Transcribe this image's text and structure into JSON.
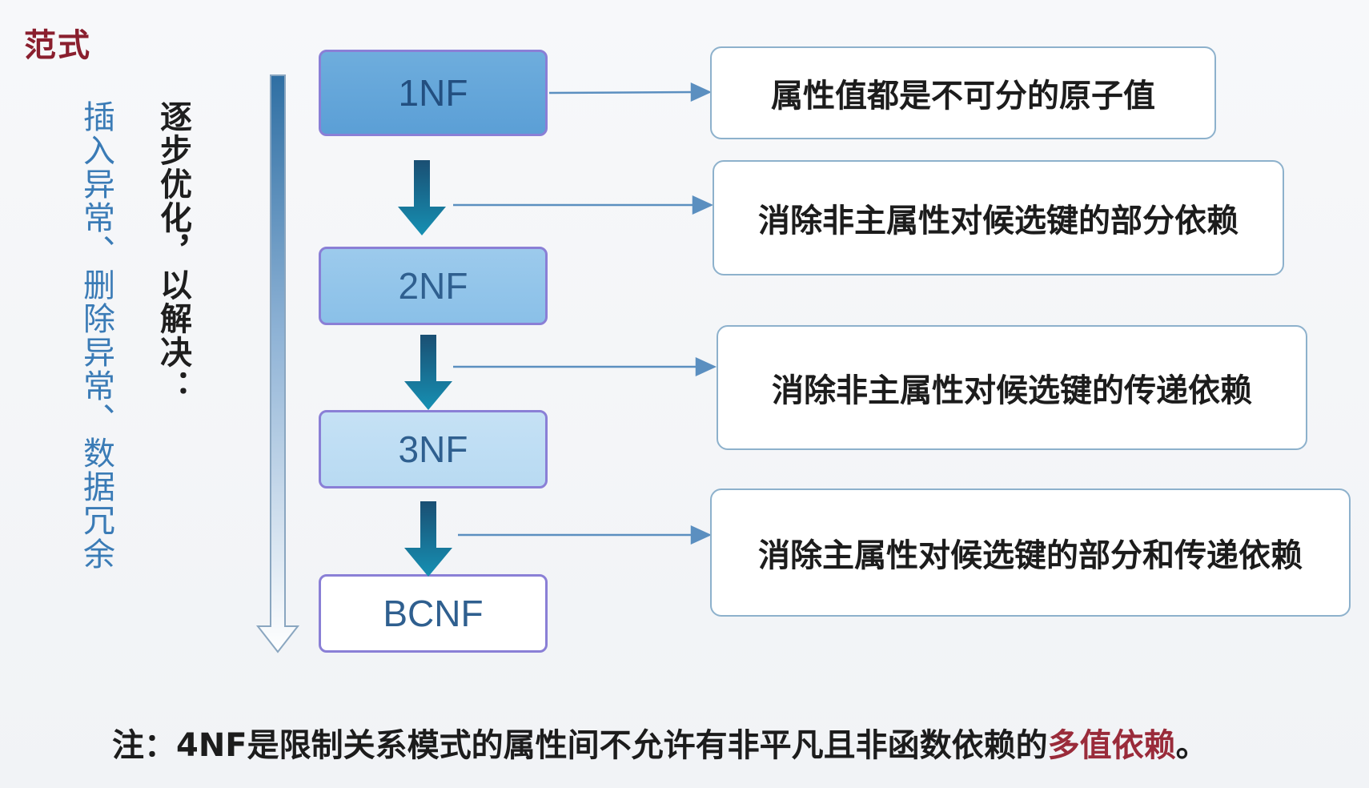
{
  "title": "范式",
  "side": {
    "anomalies": "插入异常、删除异常、数据冗余",
    "optimize": "逐步优化，以解决："
  },
  "forms": [
    {
      "label": "1NF"
    },
    {
      "label": "2NF"
    },
    {
      "label": "3NF"
    },
    {
      "label": "BCNF"
    }
  ],
  "descriptions": [
    {
      "text": "属性值都是不可分的原子值"
    },
    {
      "text": "消除非主属性对候选键的部分依赖"
    },
    {
      "text": "消除非主属性对候选键的传递依赖"
    },
    {
      "text": "消除主属性对候选键的部分和传递依赖"
    }
  ],
  "note": {
    "prefix": "注：4NF是限制关系模式的属性间不允许有非平凡且非函数依赖的",
    "highlight": "多值依赖",
    "suffix": "。"
  },
  "colors": {
    "title": "#8a1f2e",
    "anomalies": "#3a7bb6",
    "highlight": "#9a2b3a",
    "box_border": "#8a7fd6",
    "arrow": "#0f6f8f",
    "connector": "#5b8fc0"
  }
}
